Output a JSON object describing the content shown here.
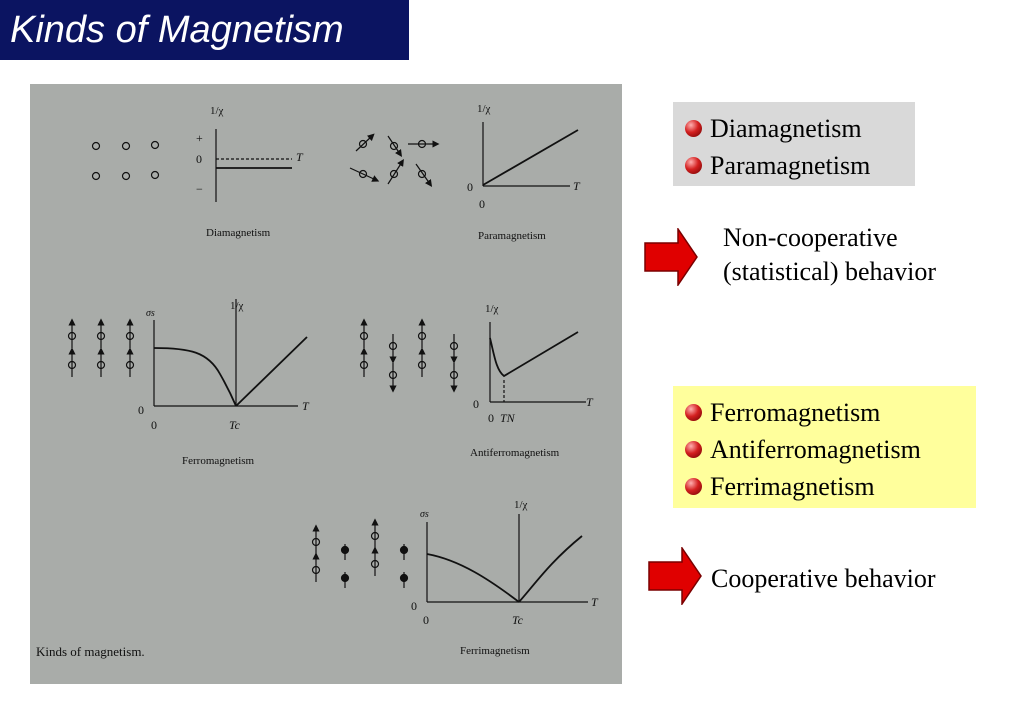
{
  "title": "Kinds of Magnetism",
  "figure": {
    "panels": {
      "diamagnetism": {
        "label": "Diamagnetism",
        "y_axis": "1/χ",
        "plus": "+",
        "zero": "0",
        "minus": "−",
        "x_axis": "T"
      },
      "paramagnetism": {
        "label": "Paramagnetism",
        "y_axis": "1/χ",
        "origin": "0",
        "x_zero": "0",
        "x_axis": "T"
      },
      "ferromagnetism": {
        "label": "Ferromagnetism",
        "sigma": "σs",
        "inv_chi": "1/χ",
        "origin": "0",
        "x_zero": "0",
        "tc": "Tc",
        "x_axis": "T"
      },
      "antiferromagnetism": {
        "label": "Antiferromagnetism",
        "y_axis": "1/χ",
        "origin": "0",
        "x_zero": "0",
        "tn": "TN",
        "x_axis": "T"
      },
      "ferrimagnetism": {
        "label": "Ferrimagnetism",
        "sigma": "σs",
        "inv_chi": "1/χ",
        "origin": "0",
        "x_zero": "0",
        "tc": "Tc",
        "x_axis": "T"
      }
    },
    "caption": "Kinds of magnetism."
  },
  "noncooperative": {
    "items": [
      "Diamagnetism",
      "Paramagnetism"
    ],
    "note_line1": "Non-cooperative",
    "note_line2": "(statistical) behavior"
  },
  "cooperative": {
    "items": [
      "Ferromagnetism",
      "Antiferromagnetism",
      "Ferrimagnetism"
    ],
    "note": "Cooperative behavior"
  },
  "colors": {
    "title_bg": "#0b1461",
    "photo_bg": "#a9aca9",
    "gray_box": "#d9d9d9",
    "yellow_box": "#ffff9c",
    "arrow": "#e00000",
    "bullet": "#d42020"
  }
}
